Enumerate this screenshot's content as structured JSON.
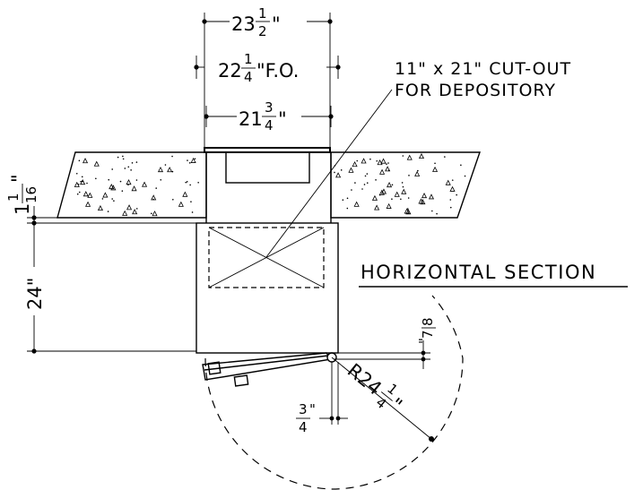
{
  "dimensions": {
    "overall_width": {
      "whole": "23",
      "num": "1",
      "den": "2",
      "suffix": "\""
    },
    "frame_opening": {
      "whole": "22",
      "num": "1",
      "den": "4",
      "suffix": "\"F.O."
    },
    "inside_width": {
      "whole": "21",
      "num": "3",
      "den": "4",
      "suffix": "\""
    },
    "wall_offset": {
      "whole": "1",
      "num": "1",
      "den": "16",
      "suffix": "\""
    },
    "depth": {
      "text": "24\""
    },
    "door_gap": {
      "num": "7",
      "den": "8",
      "suffix": "\""
    },
    "door_offset": {
      "num": "3",
      "den": "4",
      "suffix": "\""
    },
    "door_radius": {
      "prefix": "R24",
      "num": "1",
      "den": "4",
      "suffix": "\""
    }
  },
  "notes": {
    "cutout_line1": "11\" x 21\" CUT-OUT",
    "cutout_line2": "FOR DEPOSITORY"
  },
  "title": "HORIZONTAL SECTION"
}
